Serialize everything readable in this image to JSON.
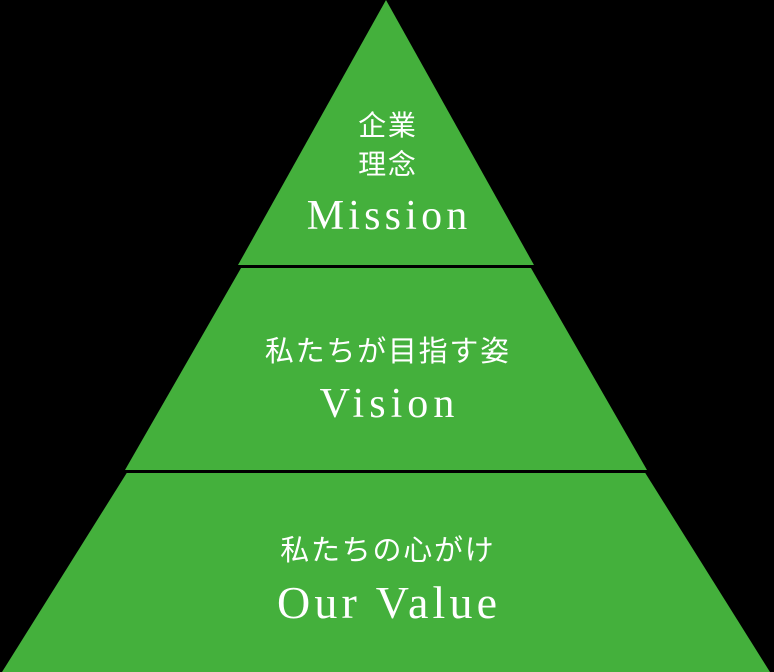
{
  "figure": {
    "name": "corporate-philosophy-pyramid",
    "shape": "triangle",
    "background_color": "#000000",
    "fill_color": "#44b03c",
    "divider_color": "#000000",
    "text_color": "#ffffff"
  },
  "tiers": [
    {
      "id": "mission",
      "jp_line1": "企業",
      "jp_line2": "理念",
      "en": "Mission"
    },
    {
      "id": "vision",
      "jp_line1": "私たちが目指す姿",
      "en": "Vision"
    },
    {
      "id": "ourvalue",
      "jp_line1": "私たちの心がけ",
      "en": "Our Value"
    }
  ]
}
